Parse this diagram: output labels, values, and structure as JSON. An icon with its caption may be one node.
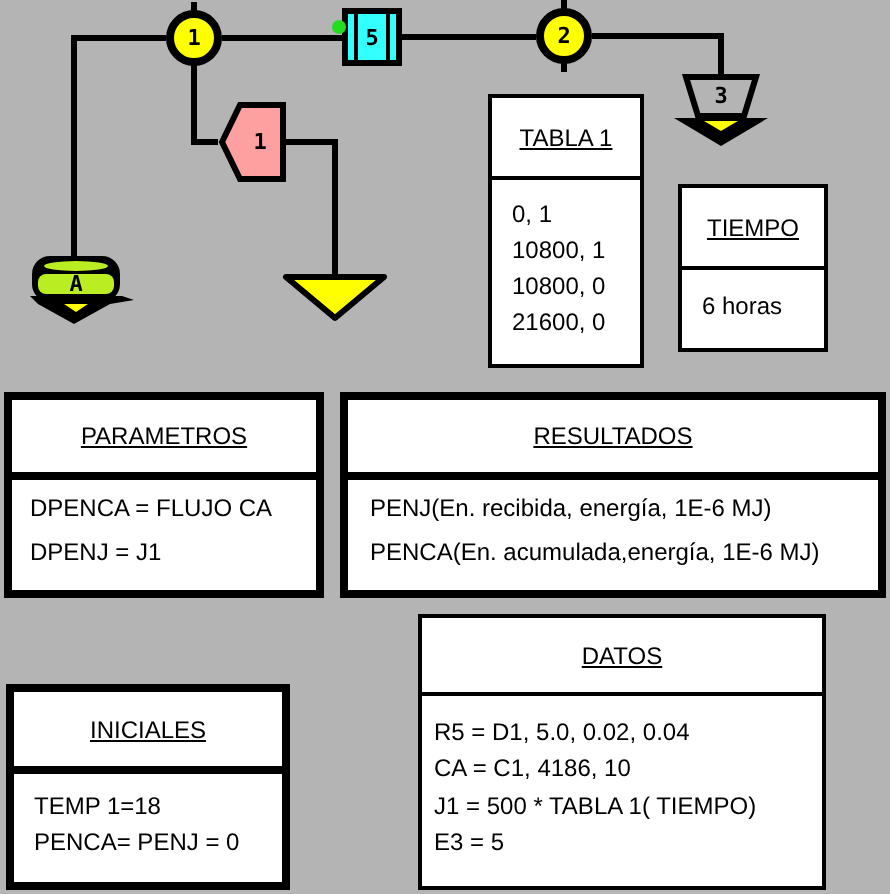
{
  "diagram": {
    "nodes": [
      {
        "text": [
          "1"
        ]
      },
      {
        "text": [
          "5"
        ]
      },
      {
        "text": [
          "2"
        ]
      },
      {
        "text": [
          "A"
        ]
      },
      {
        "text": [
          "1"
        ]
      },
      {
        "text": [],
        "shape": "triangle"
      },
      {
        "text": [
          "3"
        ]
      },
      {
        "text": [],
        "shape": "triangle"
      },
      {
        "text": [
          "TABLA 1",
          "0, 1",
          "10800, 1",
          "10800, 0",
          "21600, 0"
        ]
      },
      {
        "text": [
          "TIEMPO",
          "6 horas"
        ]
      },
      {
        "text": [
          "PARAMETROS",
          "DPENCA = FLUJO CA",
          "DPENJ = J1"
        ]
      },
      {
        "text": [
          "RESULTADOS",
          "PENJ(En. recibida, energía, 1E-6 MJ)",
          "PENCA(En. acumulada,energía, 1E-6 MJ)"
        ]
      },
      {
        "text": [
          "DATOS",
          "R5 = D1, 5.0, 0.02, 0.04",
          "CA = C1, 4186, 10",
          "J1 = 500 * TABLA 1( TIEMPO)",
          "E3 = 5"
        ]
      },
      {
        "text": [
          "INICIALES",
          "TEMP 1=18",
          "PENCA= PENJ = 0"
        ]
      }
    ],
    "edges": [
      {
        "from": 0,
        "to": 3,
        "arrow": "none"
      },
      {
        "from": 0,
        "to": 1,
        "arrow": "none"
      },
      {
        "from": 1,
        "to": 2,
        "arrow": "none"
      },
      {
        "from": 0,
        "to": 4,
        "arrow": "none"
      },
      {
        "from": 4,
        "to": 5,
        "arrow": "none"
      },
      {
        "from": 2,
        "to": 6,
        "arrow": "none"
      }
    ]
  }
}
